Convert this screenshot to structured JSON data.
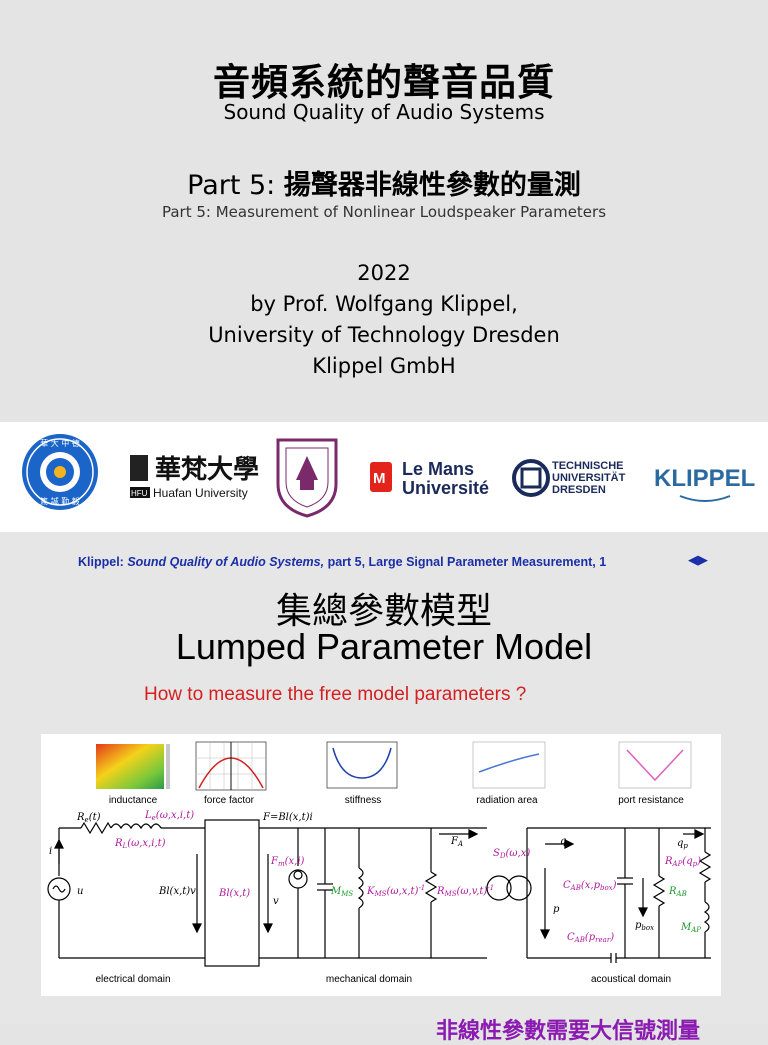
{
  "slide1": {
    "title_cn": "音頻系統的聲音品質",
    "title_en": "Sound Quality of Audio Systems",
    "part_prefix": "Part 5: ",
    "part_cn": "揚聲器非線性參數的量測",
    "part_en": "Part 5: Measurement of Nonlinear Loudspeaker Parameters",
    "year": "2022",
    "author": "by Prof. Wolfgang Klippel,",
    "affiliation1": "University of Technology Dresden",
    "affiliation2": "Klippel GmbH"
  },
  "logos": {
    "huafan": "Huafan University",
    "huafan_cn": "華梵大學",
    "huafan_abbr": "HFU",
    "lemans_line1": "Le Mans",
    "lemans_line2": "Université",
    "tud_line1": "TECHNISCHE",
    "tud_line2": "UNIVERSITÄT",
    "tud_line3": "DRESDEN",
    "klippel": "KLIPPEL"
  },
  "slide2": {
    "header_prefix": "Klippel: ",
    "header_title": "Sound Quality of Audio Systems,",
    "header_suffix": " part 5, Large Signal Parameter Measurement, 1",
    "title_cn": "集總參數模型",
    "title_en": "Lumped Parameter Model",
    "question": "How to measure the free model parameters ?",
    "thumbnails": [
      "inductance",
      "force factor",
      "stiffness",
      "radiation area",
      "port resistance"
    ],
    "domains": [
      "electrical domain",
      "mechanical domain",
      "acoustical domain"
    ],
    "bottom_text": "非線性參數需要大信號測量"
  },
  "colors": {
    "header_blue": "#1a2fa8",
    "question_red": "#d42020",
    "param_magenta": "#b0189e",
    "param_green": "#1a9a2a",
    "bottom_purple": "#8a1ab0"
  }
}
